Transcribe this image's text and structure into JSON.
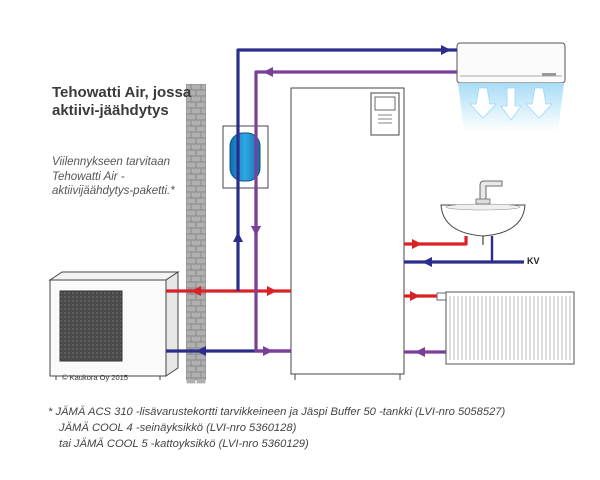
{
  "title": "Tehowatti Air, jossa aktiivi-jäähdytys",
  "subtitle": "Viilennykseen tarvitaan Tehowatti Air -aktiivijäähdytys-paketti.*",
  "copyright": "© Kaukora Oy 2015",
  "kv_label": "KV",
  "footnote": {
    "line1": "*  JÄMÄ ACS 310 -lisävarustekortti tarvikkeineen ja Jäspi Buffer 50 -tankki (LVI-nro 5058527)",
    "line2": "JÄMÄ COOL 4 -seinäyksikkö (LVI-nro 5360128)",
    "line3": "tai JÄMÄ COOL 5 -kattoyksikkö (LVI-nro 5360129)"
  },
  "colors": {
    "supply_red": "#d92128",
    "return_blue": "#2b2d8c",
    "purple": "#7a3f98",
    "tank_blue": "#1d9ad6",
    "cool_air": "#9fd8f5",
    "brick": "#9a9a9a"
  }
}
